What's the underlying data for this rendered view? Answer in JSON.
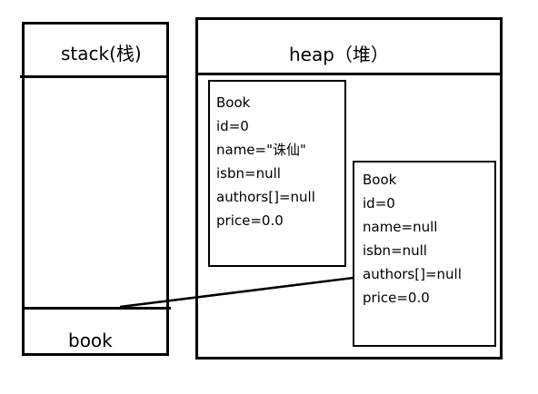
{
  "stack": {
    "title": "stack(栈)",
    "variable": "book"
  },
  "heap": {
    "title": "heap（堆）",
    "object1": {
      "lines": [
        "Book",
        "id=0",
        "name=\"诛仙\"",
        "isbn=null",
        "authors[]=null",
        "price=0.0"
      ]
    },
    "object2": {
      "lines": [
        "Book",
        "id=0",
        "name=null",
        "isbn=null",
        "authors[]=null",
        "price=0.0"
      ]
    }
  }
}
